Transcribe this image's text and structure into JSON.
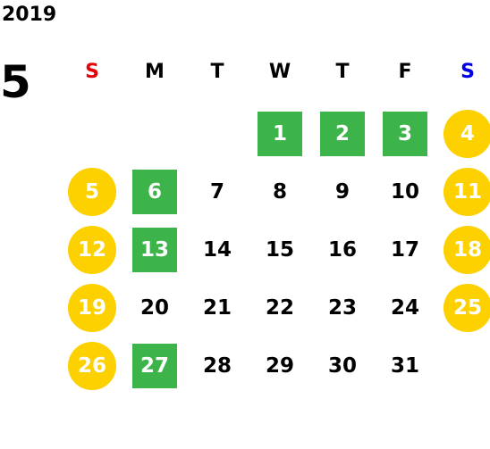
{
  "header": {
    "year": "2019",
    "month": "5"
  },
  "colors": {
    "sunday_label": "#e8000b",
    "saturday_label": "#0000e6",
    "holiday_fill": "#3cb44a",
    "weekend_fill": "#fdd000"
  },
  "weekdays": [
    "S",
    "M",
    "T",
    "W",
    "T",
    "F",
    "S"
  ],
  "weeks": [
    [
      {
        "day": "",
        "type": "empty"
      },
      {
        "day": "",
        "type": "empty"
      },
      {
        "day": "",
        "type": "empty"
      },
      {
        "day": "1",
        "type": "holiday"
      },
      {
        "day": "2",
        "type": "holiday"
      },
      {
        "day": "3",
        "type": "holiday"
      },
      {
        "day": "4",
        "type": "weekend"
      }
    ],
    [
      {
        "day": "5",
        "type": "weekend"
      },
      {
        "day": "6",
        "type": "holiday"
      },
      {
        "day": "7",
        "type": "normal"
      },
      {
        "day": "8",
        "type": "normal"
      },
      {
        "day": "9",
        "type": "normal"
      },
      {
        "day": "10",
        "type": "normal"
      },
      {
        "day": "11",
        "type": "weekend"
      }
    ],
    [
      {
        "day": "12",
        "type": "weekend"
      },
      {
        "day": "13",
        "type": "holiday"
      },
      {
        "day": "14",
        "type": "normal"
      },
      {
        "day": "15",
        "type": "normal"
      },
      {
        "day": "16",
        "type": "normal"
      },
      {
        "day": "17",
        "type": "normal"
      },
      {
        "day": "18",
        "type": "weekend"
      }
    ],
    [
      {
        "day": "19",
        "type": "weekend"
      },
      {
        "day": "20",
        "type": "normal"
      },
      {
        "day": "21",
        "type": "normal"
      },
      {
        "day": "22",
        "type": "normal"
      },
      {
        "day": "23",
        "type": "normal"
      },
      {
        "day": "24",
        "type": "normal"
      },
      {
        "day": "25",
        "type": "weekend"
      }
    ],
    [
      {
        "day": "26",
        "type": "weekend"
      },
      {
        "day": "27",
        "type": "holiday"
      },
      {
        "day": "28",
        "type": "normal"
      },
      {
        "day": "29",
        "type": "normal"
      },
      {
        "day": "30",
        "type": "normal"
      },
      {
        "day": "31",
        "type": "normal"
      },
      {
        "day": "",
        "type": "empty"
      }
    ]
  ]
}
